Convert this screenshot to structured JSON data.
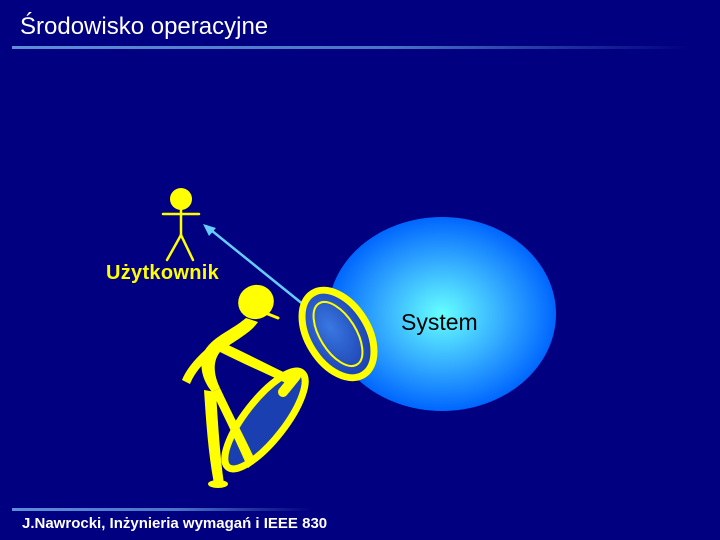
{
  "slide": {
    "title": "Środowisko operacyjne",
    "footer": "J.Nawrocki, Inżynieria wymagań i IEEE 830"
  },
  "diagram": {
    "actor_label": "Użytkownik",
    "system_label": "System"
  },
  "colors": {
    "background": "#000080",
    "figure": "#ffff00",
    "system_center": "#66ffff",
    "system_edge": "#0066ff",
    "connector": "#66ccff",
    "lens": "#1a3fb0"
  }
}
